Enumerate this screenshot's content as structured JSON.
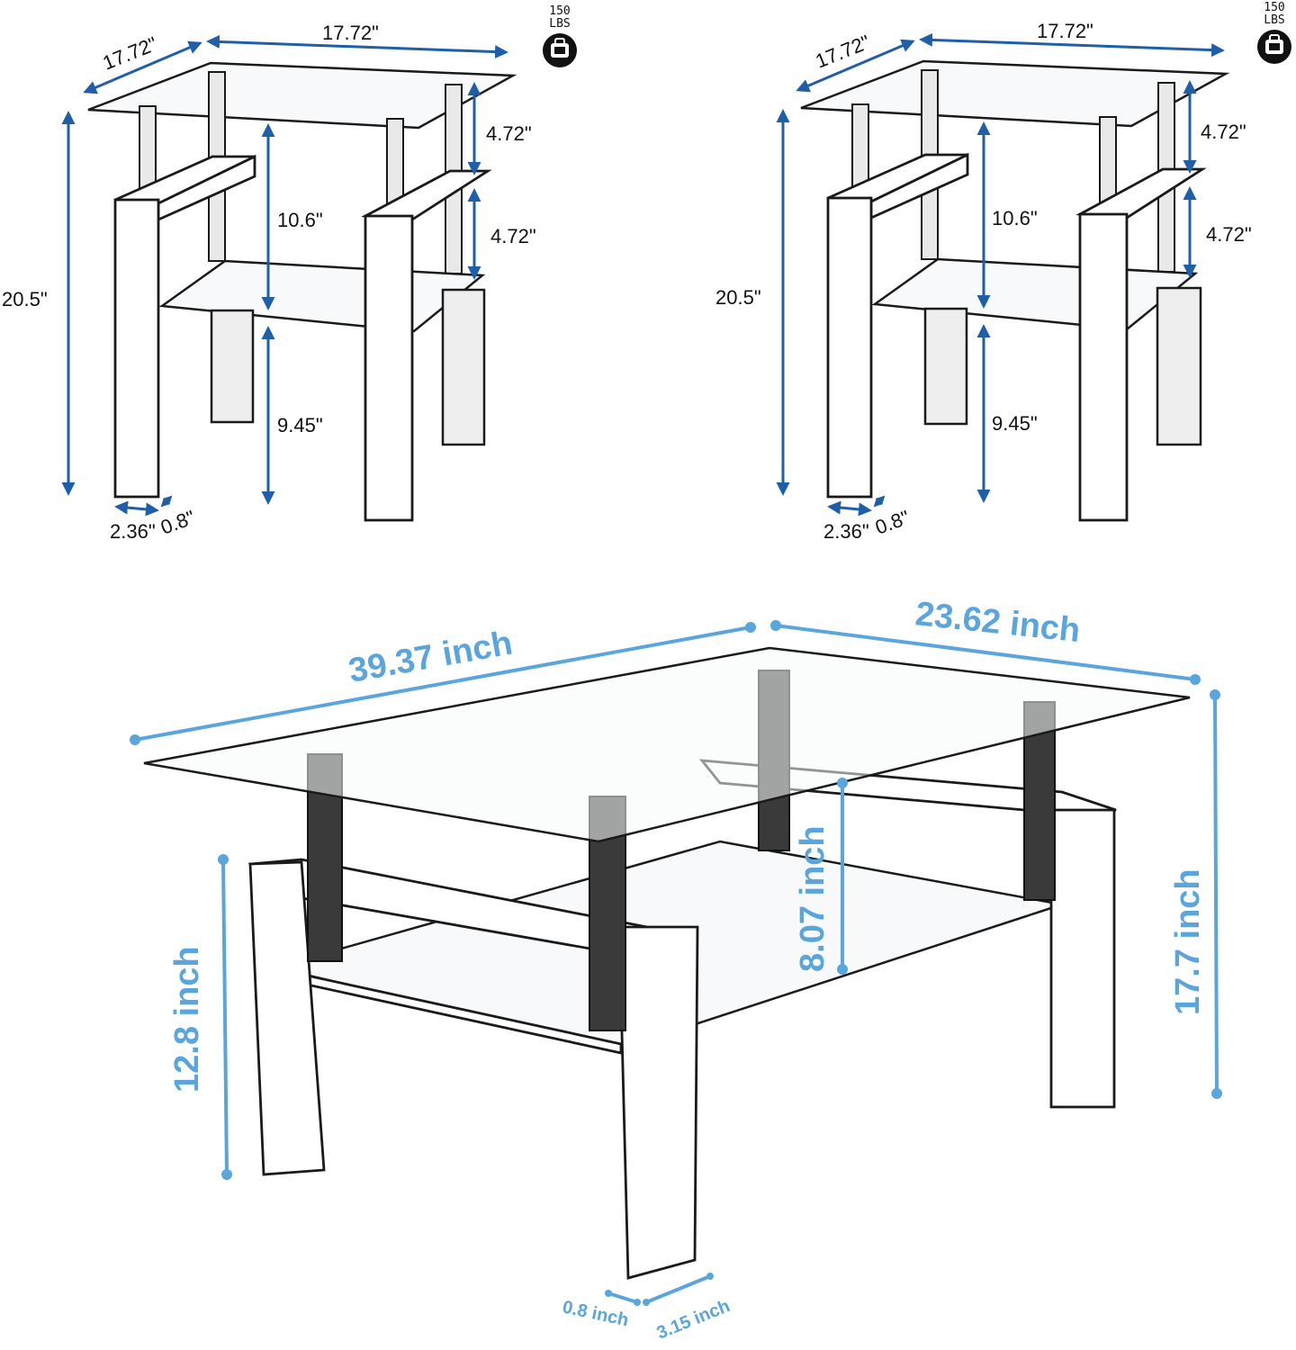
{
  "colors": {
    "dimension_dark": "#1f5fa8",
    "dimension_light": "#5aa5dc",
    "ink": "#1a1a1a"
  },
  "weight_badge": {
    "value": "150",
    "unit": "LBS",
    "icon": "weight-icon"
  },
  "end_table_left": {
    "depth": "17.72\"",
    "width": "17.72\"",
    "height": "20.5\"",
    "upper_gap": "4.72\"",
    "lower_gap": "4.72\"",
    "top_to_shelf": "10.6\"",
    "shelf_to_floor": "9.45\"",
    "leg_width": "2.36\"",
    "leg_depth": "0.8\""
  },
  "end_table_right": {
    "depth": "17.72\"",
    "width": "17.72\"",
    "height": "20.5\"",
    "upper_gap": "4.72\"",
    "lower_gap": "4.72\"",
    "top_to_shelf": "10.6\"",
    "shelf_to_floor": "9.45\"",
    "leg_width": "2.36\"",
    "leg_depth": "0.8\""
  },
  "coffee_table": {
    "length": "39.37 inch",
    "width": "23.62 inch",
    "height": "17.7 inch",
    "leg_height": "12.8 inch",
    "shelf_gap": "8.07 inch",
    "leg_depth": "0.8 inch",
    "leg_width": "3.15 inch"
  }
}
